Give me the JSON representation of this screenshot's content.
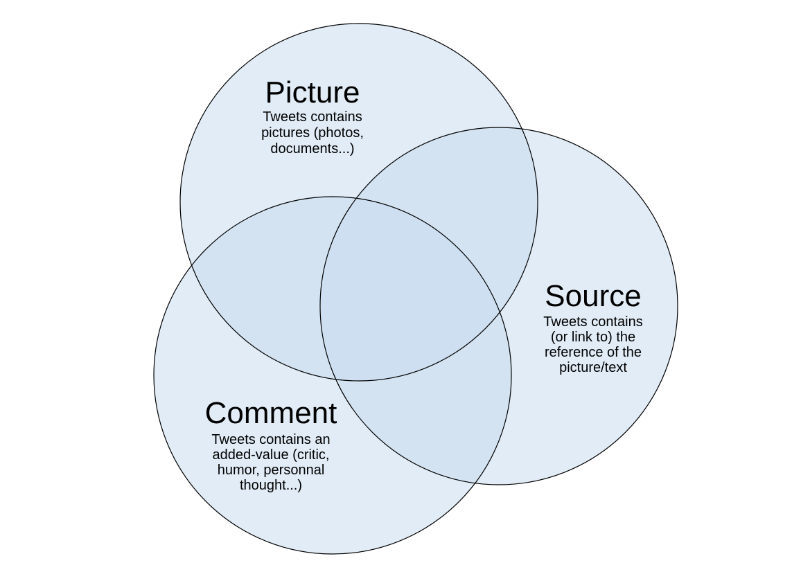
{
  "colors": {
    "circle_fill": "#c9dcef",
    "circle_stroke": "#000000",
    "background": "#ffffff"
  },
  "sets": {
    "picture": {
      "title": "Picture",
      "lines": [
        "Tweets contains",
        "pictures (photos,",
        "documents...)"
      ]
    },
    "source": {
      "title": "Source",
      "lines": [
        "Tweets contains",
        "(or link to) the",
        "reference of the",
        "picture/text"
      ]
    },
    "comment": {
      "title": "Comment",
      "lines": [
        "Tweets contains an",
        "added-value (critic,",
        "humor, personnal",
        "thought...)"
      ]
    }
  }
}
